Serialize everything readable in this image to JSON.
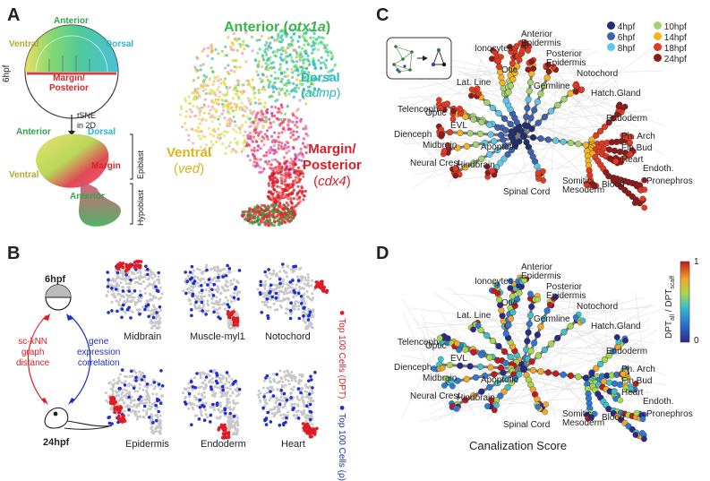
{
  "panels": {
    "a": {
      "letter": "A",
      "embryo_stage": "6hpf",
      "top_labels": {
        "anterior": "Anterior",
        "ventral": "Ventral",
        "dorsal": "Dorsal",
        "margin": "Margin/\nPosterior"
      },
      "arrow_text": "tSNE\nin 2D",
      "bottom_labels": {
        "anterior_top": "Anterior",
        "dorsal": "Dorsal",
        "ventral": "Ventral",
        "margin": "Margin",
        "anterior_bottom": "Anterior"
      },
      "brackets": {
        "epiblast": "Epiblast",
        "hypoblast": "Hypoblast"
      },
      "tsne_labels": {
        "anterior": "Anterior",
        "anterior_gene": "otx1a",
        "dorsal": "Dorsal",
        "dorsal_gene": "admp",
        "ventral": "Ventral",
        "ventral_gene": "ved",
        "margin": "Margin/\nPosterior",
        "margin_gene": "cdx4"
      }
    },
    "b": {
      "letter": "B",
      "stage_top": "6hpf",
      "stage_bottom": "24hpf",
      "left_text": "sc-kNN\ngraph\ndistance",
      "right_text": "gene\nexpression\ncorrelation",
      "plots": [
        "Midbrain",
        "Muscle-myl1",
        "Notochord",
        "Epidermis",
        "Endoderm",
        "Heart"
      ],
      "legend_red": "Top 100 Cells (DPT)",
      "legend_blue": "Top 100 Cells (ρ)"
    },
    "c": {
      "letter": "C",
      "legend": [
        {
          "label": "4hpf",
          "color": "#1f2f70"
        },
        {
          "label": "6hpf",
          "color": "#3e62b0"
        },
        {
          "label": "8hpf",
          "color": "#5fc6e6"
        },
        {
          "label": "10hpf",
          "color": "#a3d36b"
        },
        {
          "label": "14hpf",
          "color": "#f3b21f"
        },
        {
          "label": "18hpf",
          "color": "#e03a23"
        },
        {
          "label": "24hpf",
          "color": "#8e1a1a"
        }
      ]
    },
    "d": {
      "letter": "D",
      "caption": "Canalization Score",
      "colorbar_max": "1",
      "colorbar_min": "0",
      "colorbar_label": "DPT",
      "colorbar_sub1": "all",
      "colorbar_mid": " / DPT",
      "colorbar_sub2": "scaff"
    },
    "tree_labels": [
      "Ionocytes",
      "Anterior\nEpidermis",
      "Posterior\nEpidermis",
      "Otic",
      "Lat. Line",
      "Germline",
      "Notochord",
      "Hatch.Gland",
      "Telenceph",
      "Optic",
      "EVL",
      "Dienceph",
      "Midbrain",
      "Apoptotic",
      "Endoderm",
      "Ph. Arch",
      "Fin Bud",
      "Heart",
      "Neural Crest",
      "Hindbrain",
      "Spinal Cord",
      "Somitic\nMesoderm",
      "Blood",
      "Endoth.",
      "Pronephros"
    ]
  }
}
